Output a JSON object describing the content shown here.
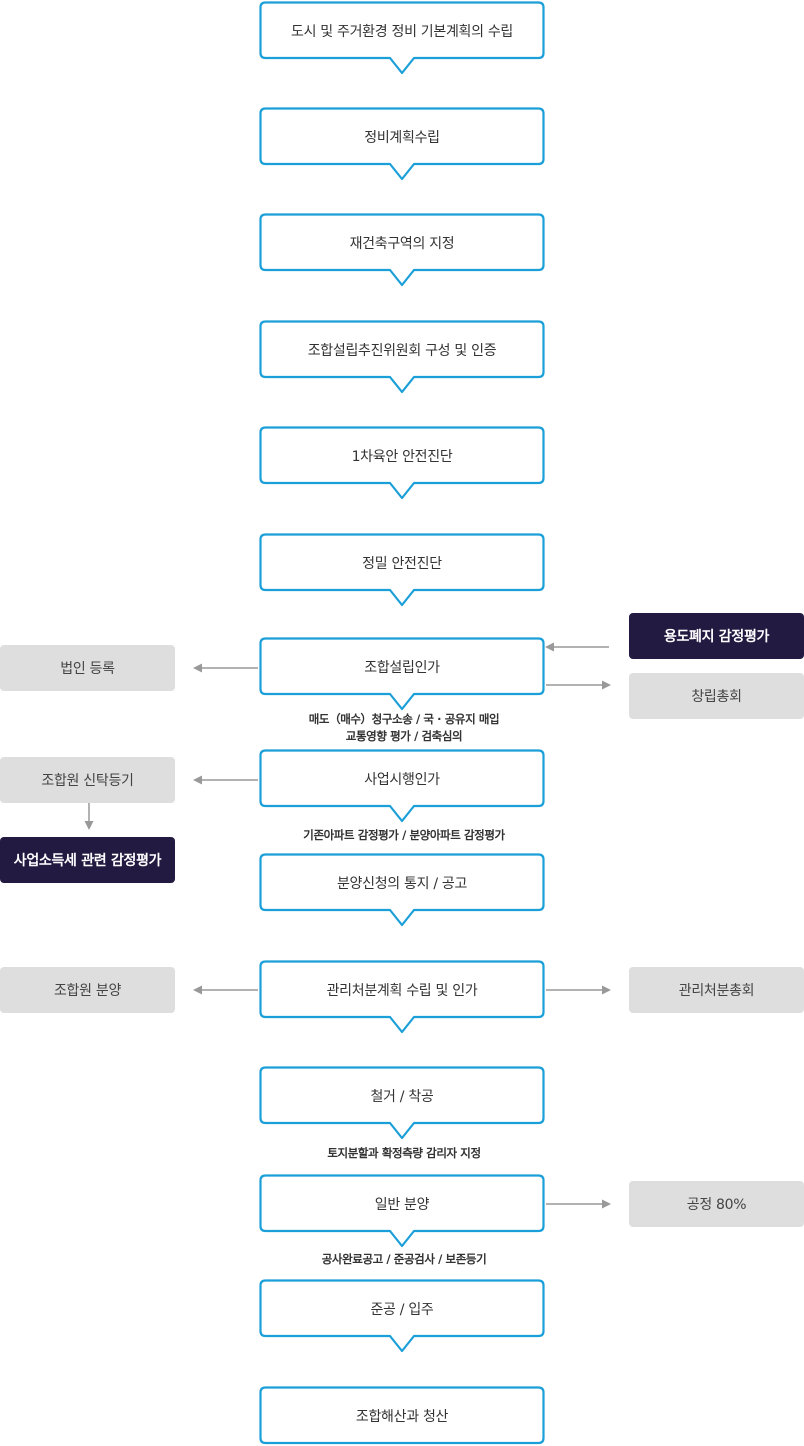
{
  "steps": [
    "도시 및 주거환경 정비 기본계획의 수립",
    "정비계획수립",
    "재건축구역의 지정",
    "조합설립추진위원회 구성 및 인증",
    "1차육안 안전진단",
    "정밀 안전진단",
    "조합설립인가",
    "사업시행인가",
    "분양신청의 통지 / 공고",
    "관리처분계획 수립 및 인가",
    "철거 / 착공",
    "일반 분양",
    "준공 / 입주",
    "조합해산과 청산"
  ],
  "side_boxes": {
    "yongdo": "용도폐지 감정평가",
    "beobin": "법인 등록",
    "changrip": "창립총회",
    "sintak": "조합원 신탁등기",
    "soduk": "사업소득세 관련 감정평가",
    "bunyang": "조합원 분양",
    "gwanri": "관리처분총회",
    "gongjeong": "공정 80%"
  },
  "notes": {
    "maedo_1": "매도（매수）청구소송 / 국 · 공유지 매입",
    "maedo_2": "교통영향 평가 / 검축심의",
    "gizon": "기존아파트 감정평가 / 분양아파트 감정평가",
    "toji": "토지분할과 확정측량 감리자 지정",
    "gongsa": "공사완료공고 / 준공검사 / 보존등기"
  },
  "colors": {
    "step_border": "#1a9fd8",
    "side_gray": "#dedede",
    "side_dark": "#231a42",
    "arrow": "#999999"
  }
}
